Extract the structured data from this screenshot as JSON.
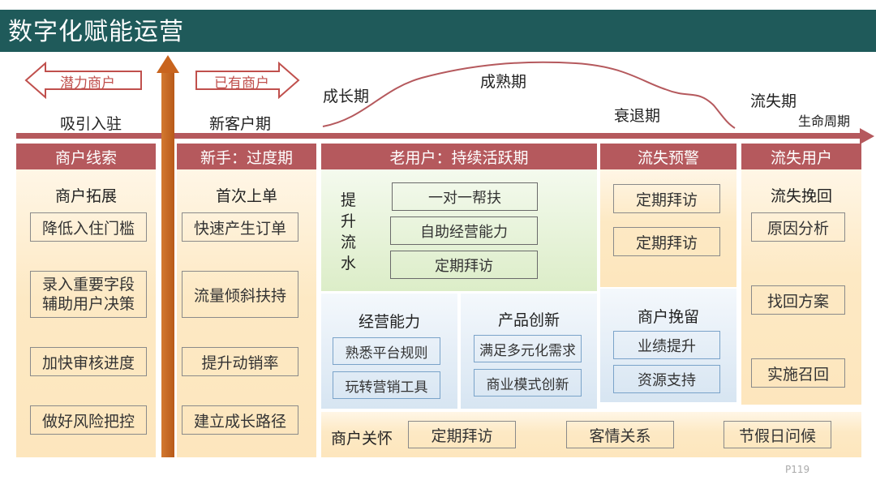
{
  "title": "数字化赋能运营",
  "page_number": "P119",
  "top": {
    "left_arrow": "潜力商户",
    "right_arrow": "已有商户",
    "stage1": "吸引入驻",
    "stage2": "新客户期",
    "curve_growth": "成长期",
    "curve_mature": "成熟期",
    "curve_decline": "衰退期",
    "curve_churn": "流失期",
    "lifecycle": "生命周期"
  },
  "columns": {
    "c1": {
      "header": "商户线索",
      "subtitle": "商户拓展",
      "items": [
        "降低入住门槛",
        "录入重要字段\n辅助用户决策",
        "加快审核进度",
        "做好风险把控"
      ]
    },
    "c2": {
      "header": "新手：过度期",
      "subtitle": "首次上单",
      "items": [
        "快速产生订单",
        "流量倾斜扶持",
        "提升动销率",
        "建立成长路径"
      ]
    },
    "c3": {
      "header": "老用户：持续活跃期",
      "green_label": "提\n升\n流\n水",
      "green_items": [
        "一对一帮扶",
        "自助经营能力",
        "定期拜访"
      ],
      "biz_title": "经营能力",
      "biz_items": [
        "熟悉平台规则",
        "玩转营销工具"
      ],
      "prod_title": "产品创新",
      "prod_items": [
        "满足多元化需求",
        "商业模式创新"
      ]
    },
    "c4": {
      "header": "流失预警",
      "items": [
        "定期拜访",
        "定期拜访"
      ],
      "retain_title": "商户挽留",
      "retain_items": [
        "业绩提升",
        "资源支持"
      ]
    },
    "c5": {
      "header": "流失用户",
      "subtitle": "流失挽回",
      "items": [
        "原因分析",
        "找回方案",
        "实施召回"
      ]
    }
  },
  "care": {
    "label": "商户关怀",
    "items": [
      "定期拜访",
      "客情关系",
      "节假日问候"
    ]
  },
  "colors": {
    "title_bg": "#1f5a5a",
    "header_bg": "#b5595d",
    "timeline": "#b5595d",
    "vertical_arrow": "#c8641e"
  }
}
